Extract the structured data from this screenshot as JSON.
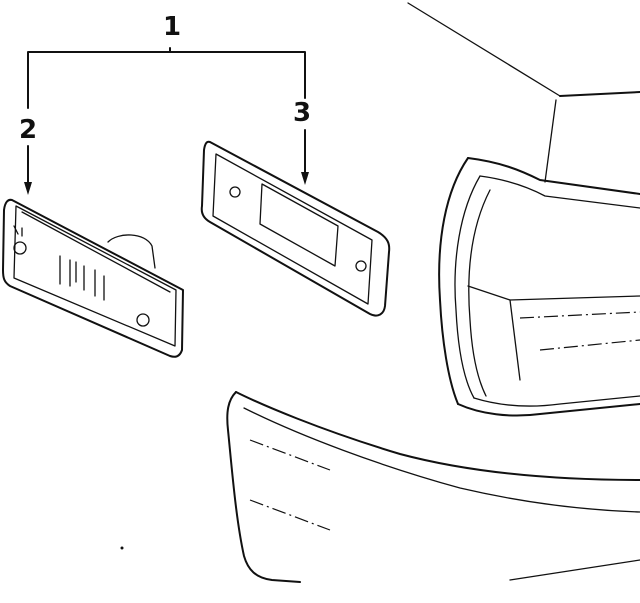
{
  "diagram": {
    "callouts": {
      "assembly": "1",
      "lens": "2",
      "gasket": "3"
    }
  }
}
